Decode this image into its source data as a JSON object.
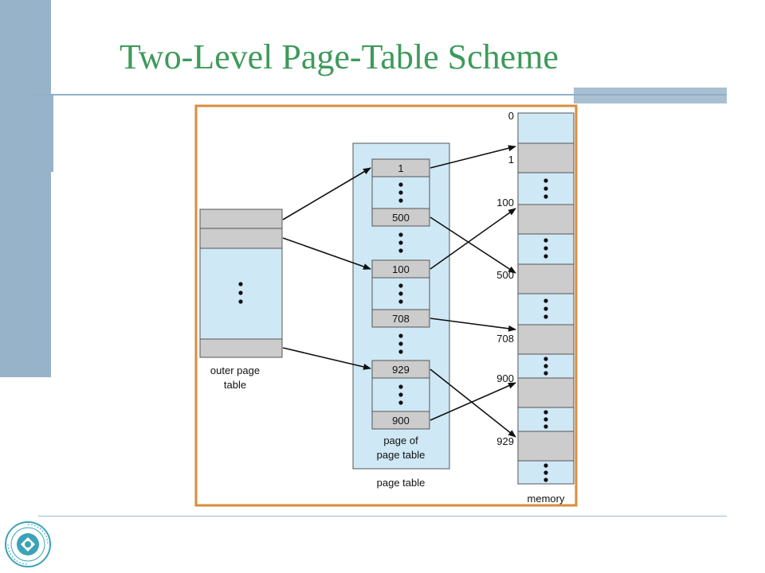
{
  "slide": {
    "title": "Two-Level Page-Table Scheme"
  },
  "diagram": {
    "outer_table_label_line1": "outer page",
    "outer_table_label_line2": "table",
    "page_table_label": "page table",
    "page_of_table_line1": "page of",
    "page_of_table_line2": "page table",
    "memory_label": "memory",
    "page_entries": [
      "1",
      "500",
      "100",
      "708",
      "929",
      "900"
    ],
    "memory_frame_labels": [
      "0",
      "1",
      "100",
      "500",
      "708",
      "900",
      "929"
    ]
  },
  "colors": {
    "title": "#3E9A5A",
    "accent_bar": "#97B3C9",
    "frame_border": "#D98C3A",
    "table_fill": "#CFE8F6",
    "entry_fill": "#CCCCCC"
  }
}
